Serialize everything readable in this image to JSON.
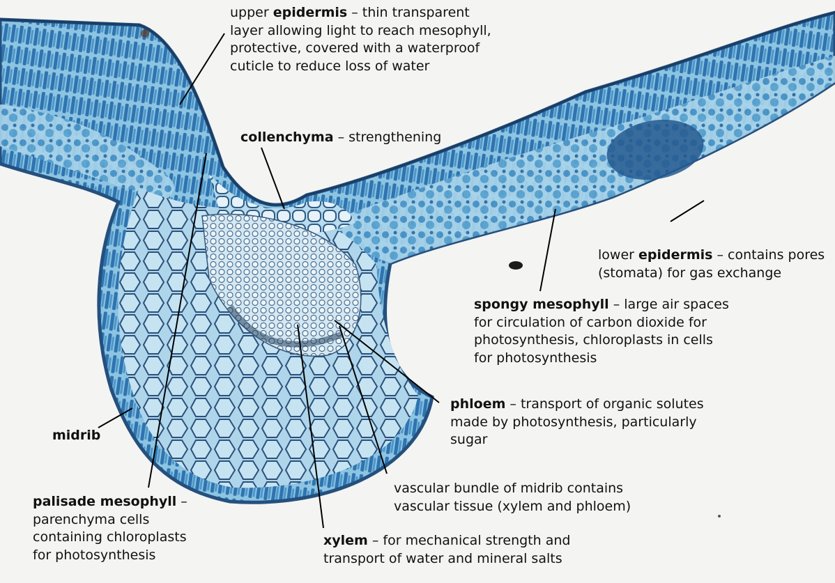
{
  "figure": {
    "kind": "annotated micrograph",
    "subject": "leaf cross-section",
    "colors": {
      "background": "#f4f4f2",
      "tissue_blue": "#4f95c4",
      "tissue_dark": "#1f4f86",
      "cell_wall": "#26496f",
      "label_text": "#111111",
      "leader_line": "#000000"
    }
  },
  "labels": {
    "upper_epidermis": {
      "pre": "upper ",
      "term": "epidermis",
      "desc": [
        " – thin transparent",
        "layer allowing light to reach mesophyll,",
        "protective, covered with a waterproof",
        "cuticle to reduce loss of water"
      ]
    },
    "collenchyma": {
      "term": "collenchyma",
      "desc": [
        " – strengthening"
      ]
    },
    "lower_epidermis": {
      "pre": "lower ",
      "term": "epidermis",
      "desc": [
        " – contains pores",
        "(stomata) for gas exchange"
      ]
    },
    "spongy_mesophyll": {
      "term": "spongy mesophyll",
      "desc": [
        " – large air spaces",
        "for circulation of carbon dioxide for",
        "photosynthesis, chloroplasts in cells",
        "for photosynthesis"
      ]
    },
    "phloem": {
      "term": "phloem",
      "desc": [
        " – transport of organic solutes",
        "made by photosynthesis, particularly",
        "sugar"
      ]
    },
    "midrib": {
      "term": "midrib"
    },
    "vascular_bundle": {
      "desc": [
        "vascular bundle of midrib contains",
        "vascular tissue (xylem and phloem)"
      ]
    },
    "palisade_mesophyll": {
      "term": "palisade mesophyll",
      "desc": [
        " –",
        "parenchyma cells",
        "containing chloroplasts",
        "for photosynthesis"
      ]
    },
    "xylem": {
      "term": "xylem",
      "desc": [
        " – for mechanical strength and",
        "transport of water and mineral salts"
      ]
    }
  }
}
